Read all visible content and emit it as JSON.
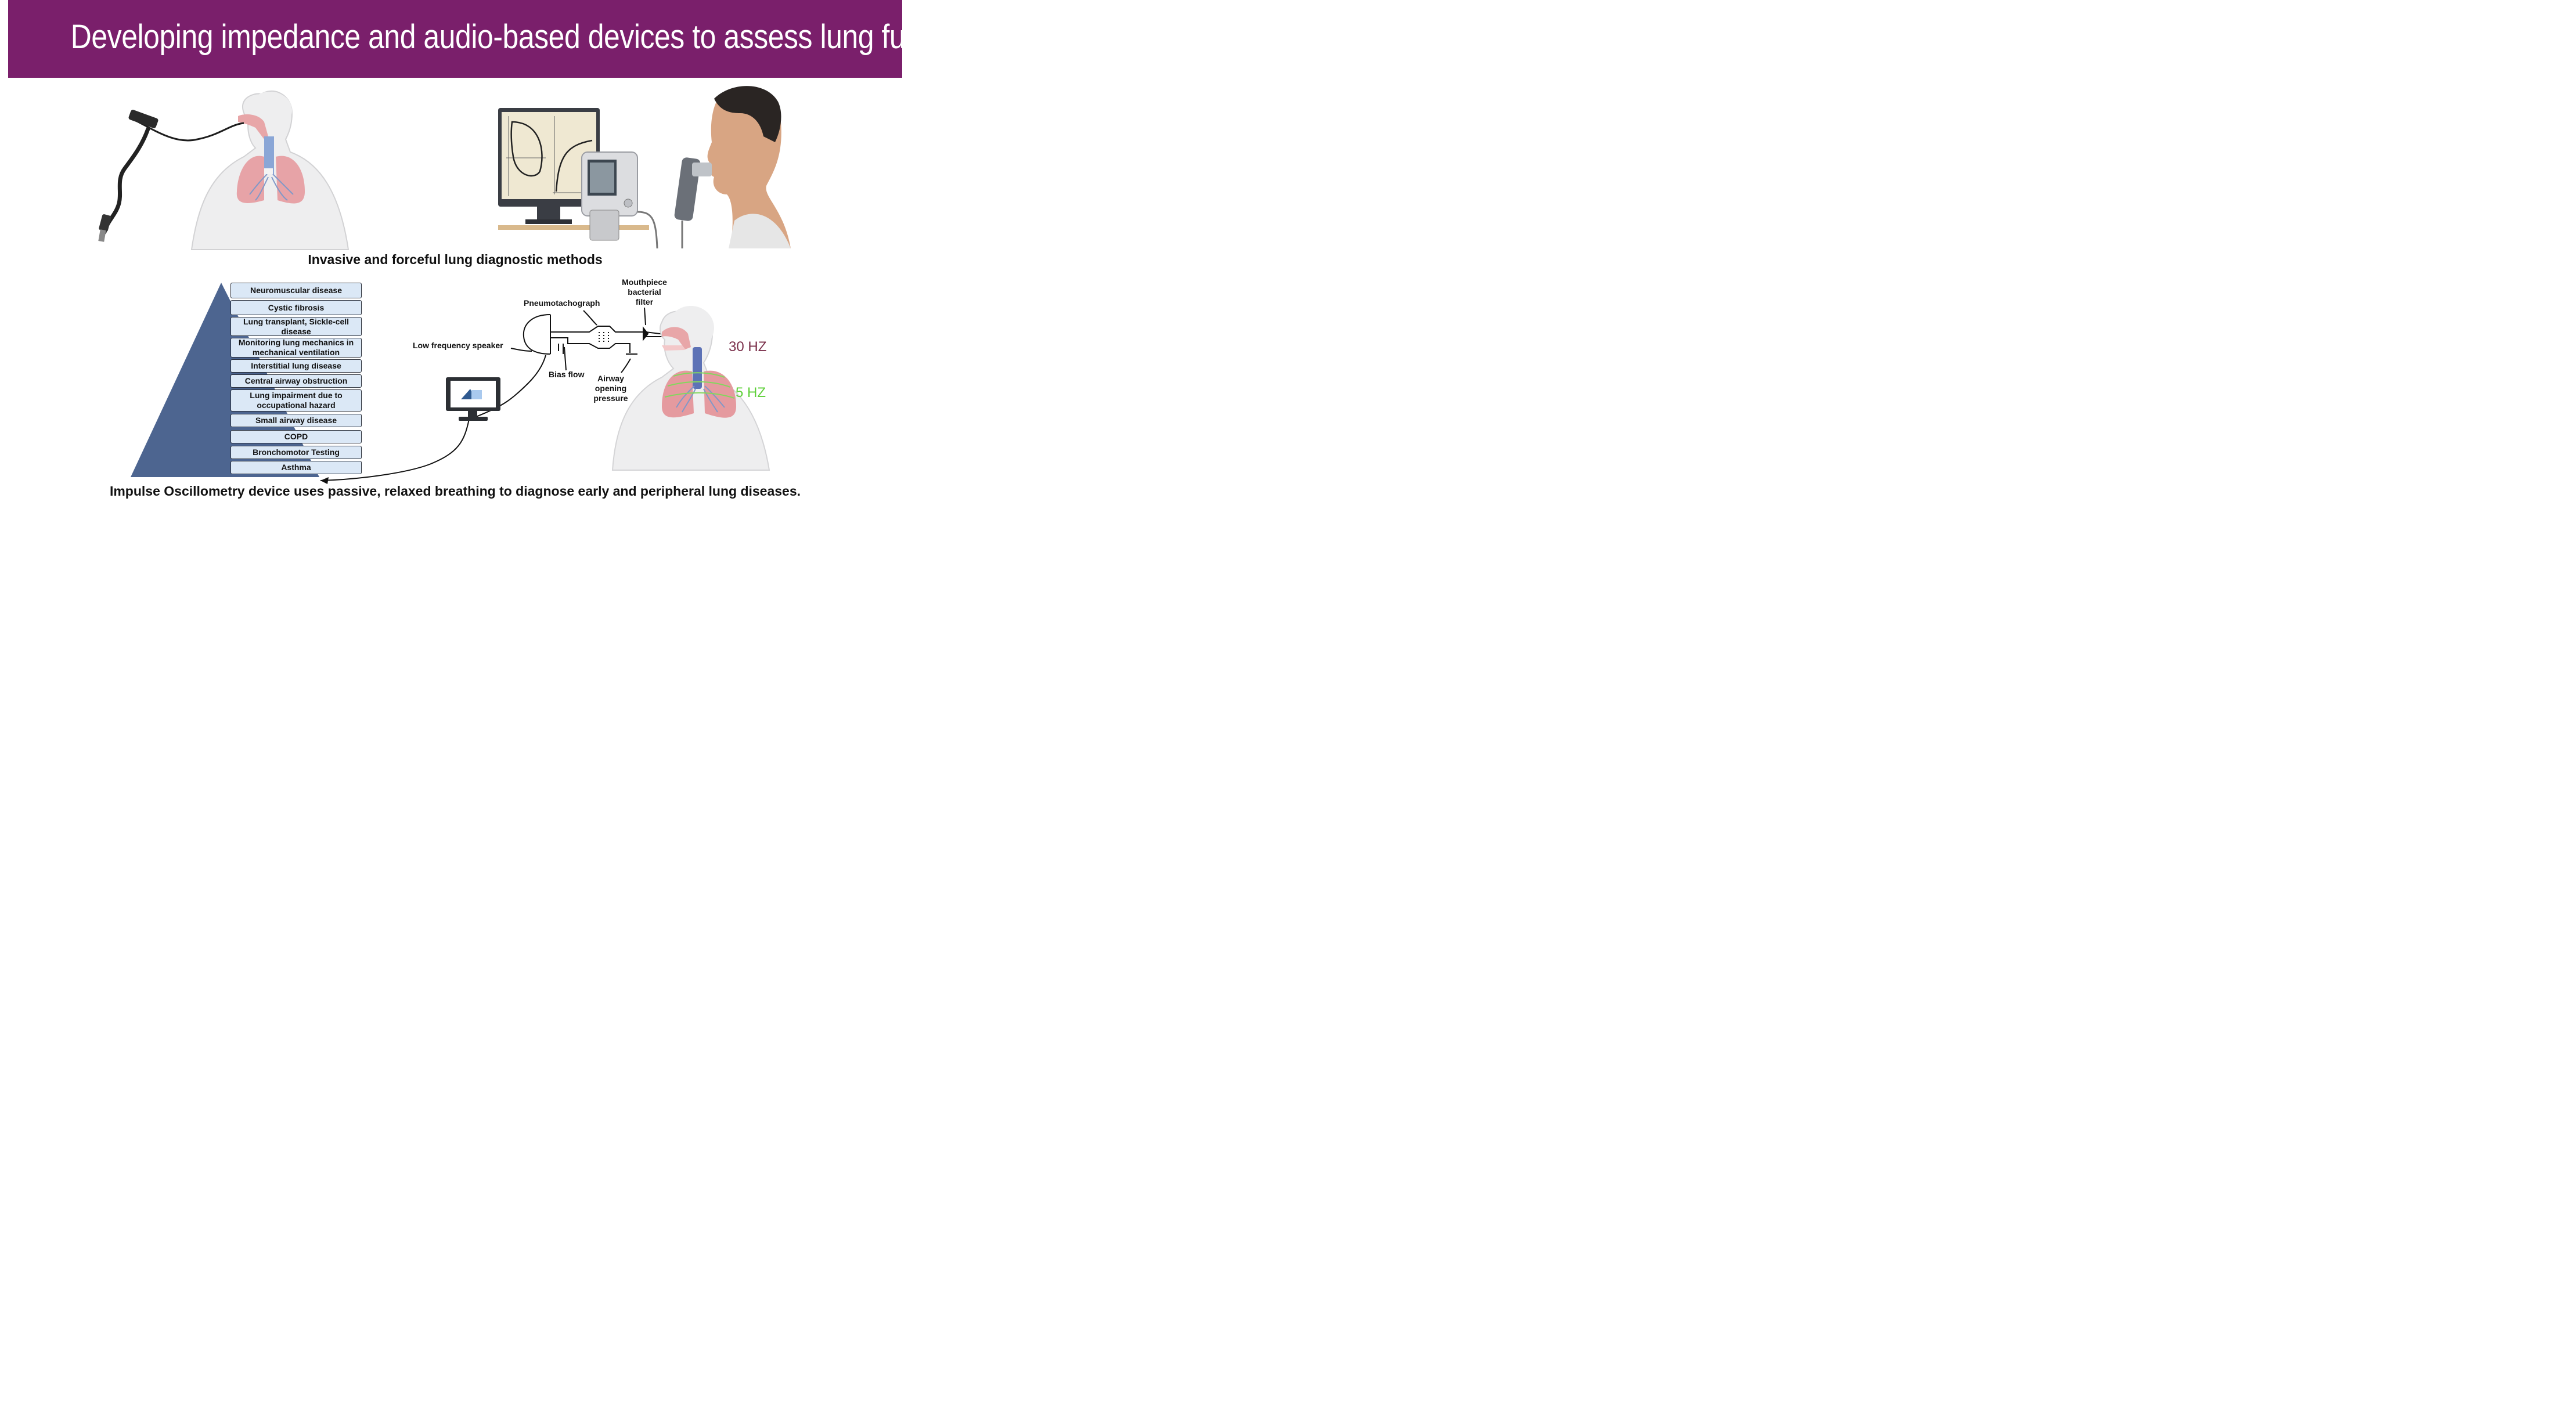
{
  "title": "Developing impedance and audio-based devices to assess lung function",
  "captions": {
    "top": "Invasive and forceful lung diagnostic methods",
    "bottom": "Impulse Oscillometry device uses passive, relaxed breathing to diagnose early and peripheral lung diseases."
  },
  "pyramid_items": [
    "Neuromuscular disease",
    "Cystic fibrosis",
    "Lung transplant, Sickle-cell disease",
    "Monitoring lung mechanics in mechanical ventilation",
    "Interstitial lung disease",
    "Central airway obstruction",
    "Lung impairment due to occupational hazard",
    "Small airway disease",
    "COPD",
    "Bronchomotor Testing",
    "Asthma"
  ],
  "device_labels": {
    "mouthpiece": "Mouthpiece bacterial filter",
    "pneumotachograph": "Pneumotachograph",
    "speaker": "Low frequency speaker",
    "bias_flow": "Bias flow",
    "airway_pressure": "Airway opening pressure"
  },
  "frequencies": {
    "high": "30 HZ",
    "low": "5 HZ"
  },
  "colors": {
    "banner": "#7a1f6b",
    "pyramid": "#4d6590",
    "box_fill": "#dbe8f6",
    "hz_high": "#7a2f4a",
    "hz_low": "#5fd03a",
    "lung": "#e59a9f"
  }
}
